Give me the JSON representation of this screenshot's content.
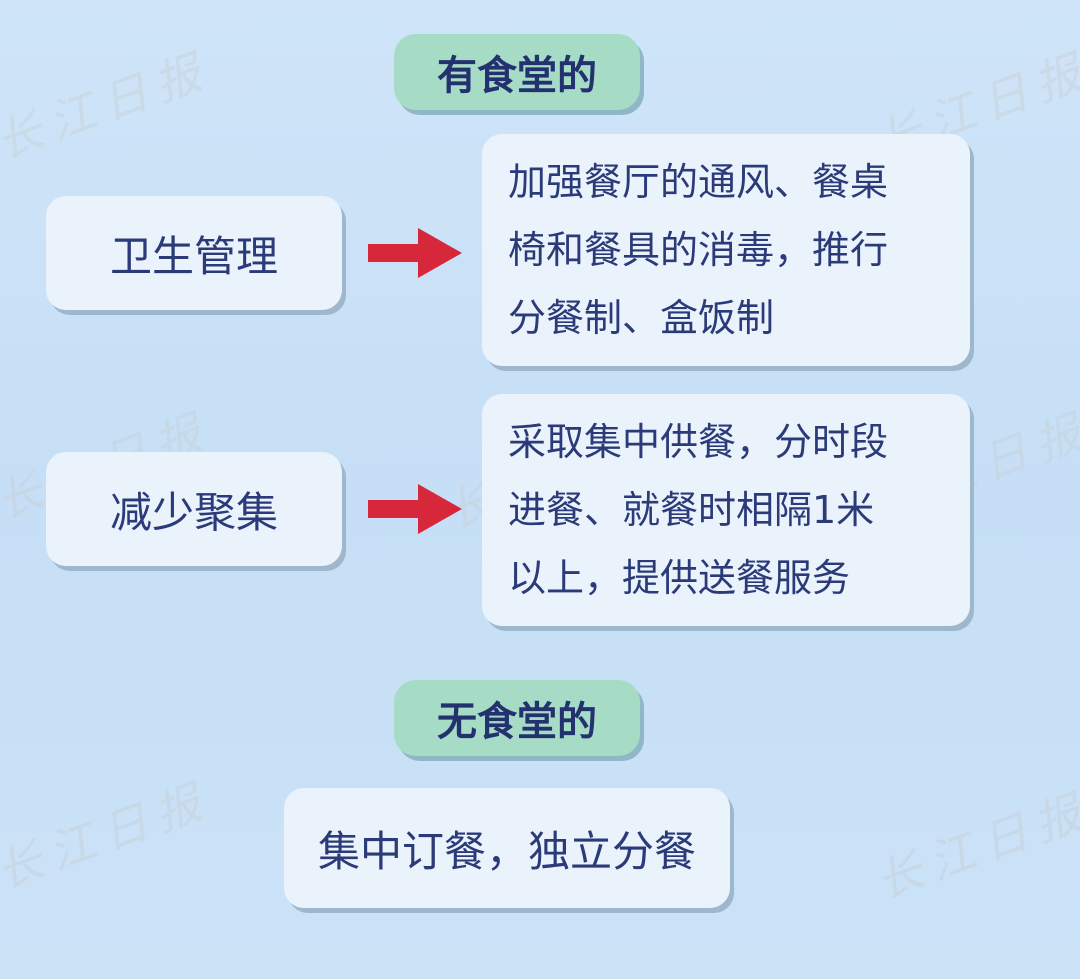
{
  "watermark": {
    "text": "长江日报"
  },
  "section_canteen": {
    "title": "有食堂的",
    "rows": [
      {
        "label": "卫生管理",
        "lines": [
          "加强餐厅的通风、餐桌",
          "椅和餐具的消毒，推行",
          "分餐制、盒饭制"
        ]
      },
      {
        "label": "减少聚集",
        "lines": [
          "采取集中供餐，分时段",
          "进餐、就餐时相隔1米",
          "以上，提供送餐服务"
        ]
      }
    ]
  },
  "section_no_canteen": {
    "title": "无食堂的",
    "text": "集中订餐，独立分餐"
  },
  "colors": {
    "background": "#c9e1f7",
    "pill": "#a6dcc6",
    "box": "#eaf3fc",
    "text": "#2b3a78",
    "arrow": "#d6283a"
  }
}
